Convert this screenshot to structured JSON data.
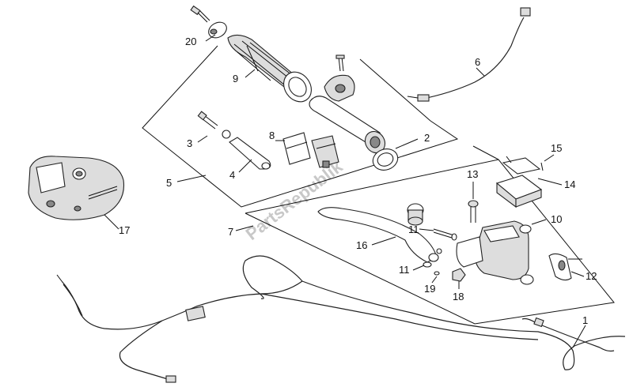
{
  "watermark": "PartsRepublik",
  "callouts": {
    "c1": "1",
    "c2": "2",
    "c3": "3",
    "c4": "4",
    "c5": "5",
    "c6": "6",
    "c7": "7",
    "c8": "8",
    "c9": "9",
    "c10": "10",
    "c11a": "11",
    "c11b": "11",
    "c12": "12",
    "c13": "13",
    "c14": "14",
    "c15": "15",
    "c16": "16",
    "c17": "17",
    "c18": "18",
    "c19": "19",
    "c20": "20"
  }
}
